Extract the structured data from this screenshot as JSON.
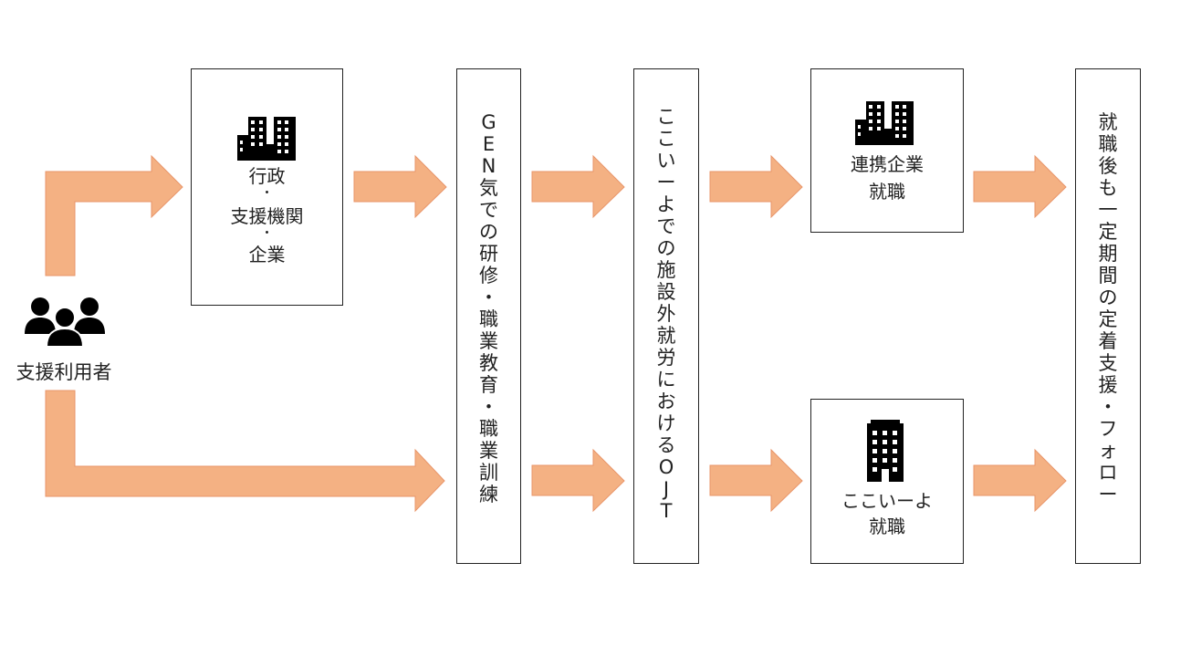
{
  "colors": {
    "arrow_fill": "#f4b183",
    "arrow_stroke": "#e8956a",
    "icon": "#000000"
  },
  "user": {
    "icon": "group-icon",
    "label": "支援利用者"
  },
  "box_admin": {
    "icon": "office-buildings-icon",
    "line1": "行政",
    "dot1": "・",
    "line2": "支援機関",
    "dot2": "・",
    "line3": "企業"
  },
  "box_gen": {
    "lines": [
      "G",
      "E",
      "N",
      "気",
      "で",
      "の",
      "研",
      "修",
      "・",
      "職",
      "業",
      "教",
      "育",
      "・",
      "職",
      "業",
      "訓",
      "練"
    ]
  },
  "box_ojt": {
    "lines": [
      "こ",
      "こ",
      "い",
      "ー",
      "よ",
      "で",
      "の",
      "施",
      "設",
      "外",
      "就",
      "労",
      "に",
      "お",
      "け",
      "る",
      "O",
      "J",
      "T"
    ]
  },
  "box_partner": {
    "icon": "office-buildings-icon",
    "line1": "連携企業",
    "line2": "就職"
  },
  "box_kokoiyo": {
    "icon": "building-icon",
    "line1": "ここいーよ",
    "line2": "就職"
  },
  "box_follow": {
    "lines": [
      "就",
      "職",
      "後",
      "も",
      "一",
      "定",
      "期",
      "間",
      "の",
      "定",
      "着",
      "支",
      "援",
      "・",
      "フ",
      "ォ",
      "ロ",
      "ー"
    ]
  }
}
